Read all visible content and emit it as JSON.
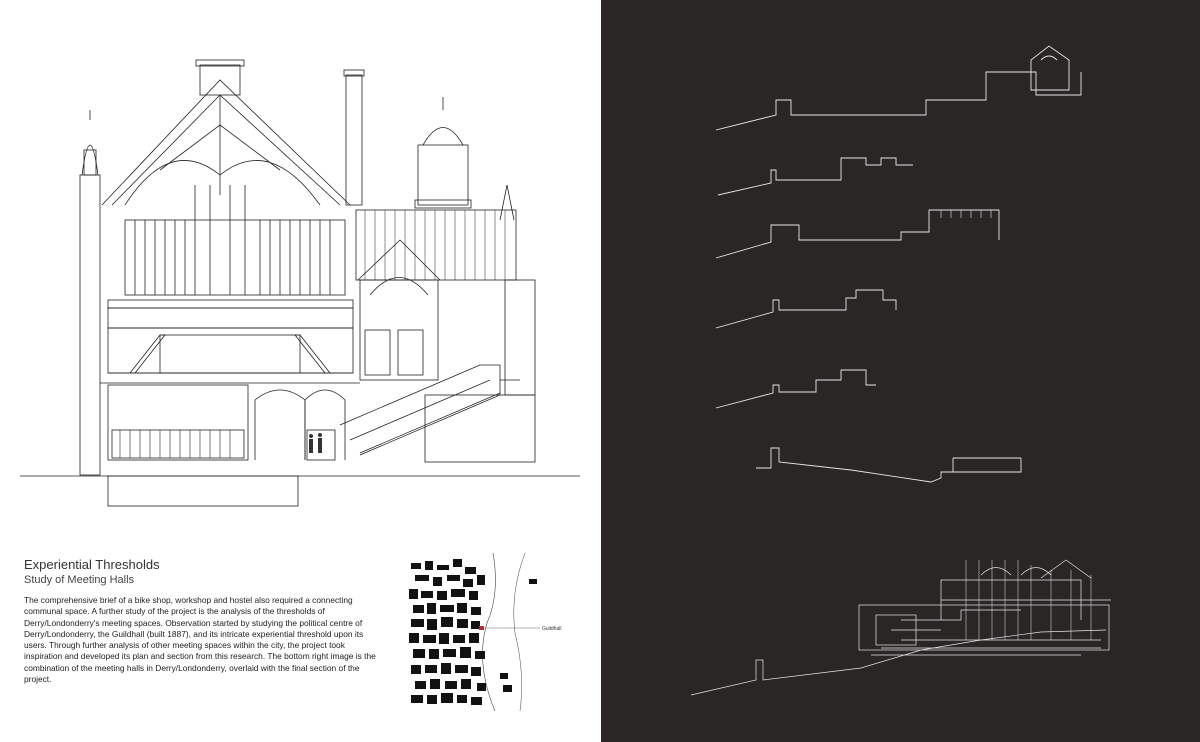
{
  "heading": {
    "title": "Experiential Thresholds",
    "subtitle": "Study of Meeting Halls"
  },
  "description": "The comprehensive brief of a bike shop, workshop and hostel also required a connecting communal space. A further study of the project is the analysis of the thresholds of Derry/Londonderry's meeting spaces. Observation started by studying the political centre of Derry/Londonderry, the Guildhall (built 1887), and its intricate experiential threshold upon its users. Through further analysis of other meeting spaces within the city, the project took inspiration and developed its plan and section from this research. The bottom right image is the combination of the meeting halls in Derry/Londonderry, overlaid with the final section of the project.",
  "map": {
    "label": "Guildhall"
  },
  "colors": {
    "panel_dark": "#2a2626",
    "line_light": "#e6e6e6",
    "line_dark": "#222222",
    "highlight": "#c0262d"
  }
}
